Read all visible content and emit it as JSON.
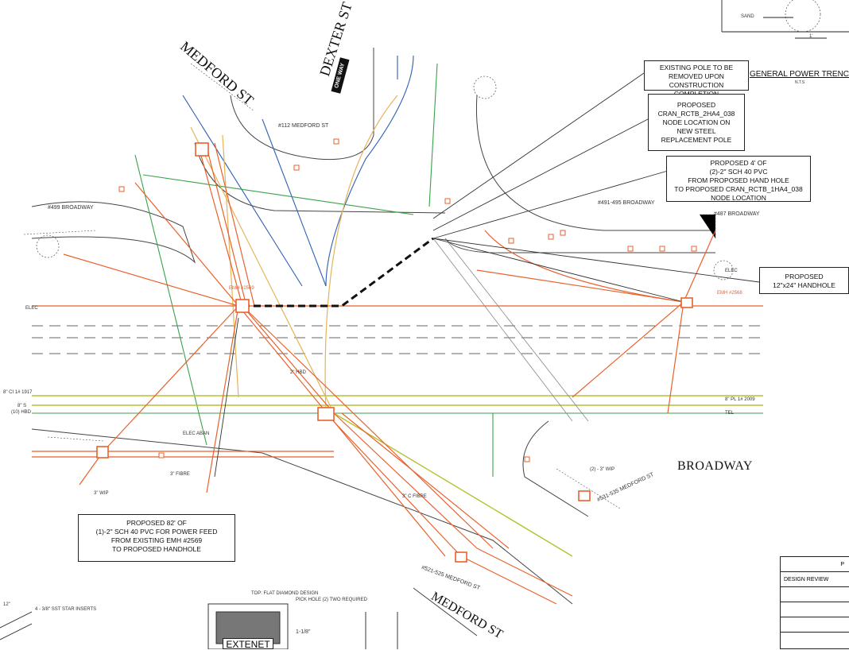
{
  "streets": {
    "medford_top": "MEDFORD ST",
    "dexter": "DEXTER ST",
    "one_way": "ONE WAY",
    "broadway": "BROADWAY",
    "medford_bottom": "MEDFORD ST"
  },
  "callouts": {
    "existing_pole": [
      "EXISTING POLE TO BE",
      "REMOVED UPON",
      "CONSTRUCTION COMPLETION"
    ],
    "proposed_node": [
      "PROPOSED",
      "CRAN_RCTB_2HA4_038",
      "NODE LOCATION ON",
      "NEW STEEL",
      "REPLACEMENT POLE"
    ],
    "proposed_conduit": [
      "PROPOSED 4' OF",
      "(2)-2\" SCH 40 PVC",
      "FROM PROPOSED HAND HOLE",
      "TO PROPOSED CRAN_RCTB_1HA4_038",
      "NODE LOCATION"
    ],
    "proposed_handhole": [
      "PROPOSED",
      "12\"x24\" HANDHOLE"
    ],
    "power_feed": [
      "PROPOSED 82' OF",
      "(1)-2\" SCH 40 PVC FOR POWER FEED",
      "FROM EXISTING EMH #2569",
      "TO PROPOSED HANDHOLE"
    ]
  },
  "section_title": "GENERAL POWER TRENC",
  "section_scale": "N.T.S",
  "trench_labels": {
    "sand": "SAND",
    "dim": "1'"
  },
  "utility_labels": {
    "elec": "ELEC",
    "emh_2569": "EMH #2569",
    "emh_2568": "EMH #2568",
    "tel": "TEL",
    "pl_line": "8\" PL 1# 2009",
    "ci_line": "8\" CI 1# 1917",
    "s_line": "8\" S",
    "hbd_line": "(10) HBD",
    "hbd_2": "2\" HBD",
    "elec_aban": "ELEC ABAN",
    "wip": "3\" WIP",
    "fibre": "3\" FIBRE",
    "wip_2": "(2) - 3\" WIP",
    "c_fibre": "3\" C FIBRE"
  },
  "address_labels": {
    "a499": "#499 BROADWAY",
    "a491": "#491-495 BROADWAY",
    "a487": "#487 BROADWAY",
    "a112": "#112 MEDFORD ST",
    "a531": "#531-535 MEDFORD ST",
    "a521": "#521-525 MEDFORD ST"
  },
  "detail": {
    "lid_text": "EXTENET",
    "top_note": "TOP: FLAT DIAMOND DESIGN",
    "pick_note": "PICK HOLE (2) TWO REQUIRED",
    "dim": "1-1/8\"",
    "inserts": "4 - 3/8\" SST STAR INSERTS",
    "dim_left": "12\""
  },
  "title_block": {
    "header": "P",
    "design_review": "DESIGN REVIEW"
  },
  "colors": {
    "electric": "#e8622c",
    "gas_tan": "#e6b35a",
    "water_blue": "#2f5fb3",
    "tel_green": "#3aa14a",
    "pl_yellow": "#b5c230",
    "proposed": "#111111"
  }
}
